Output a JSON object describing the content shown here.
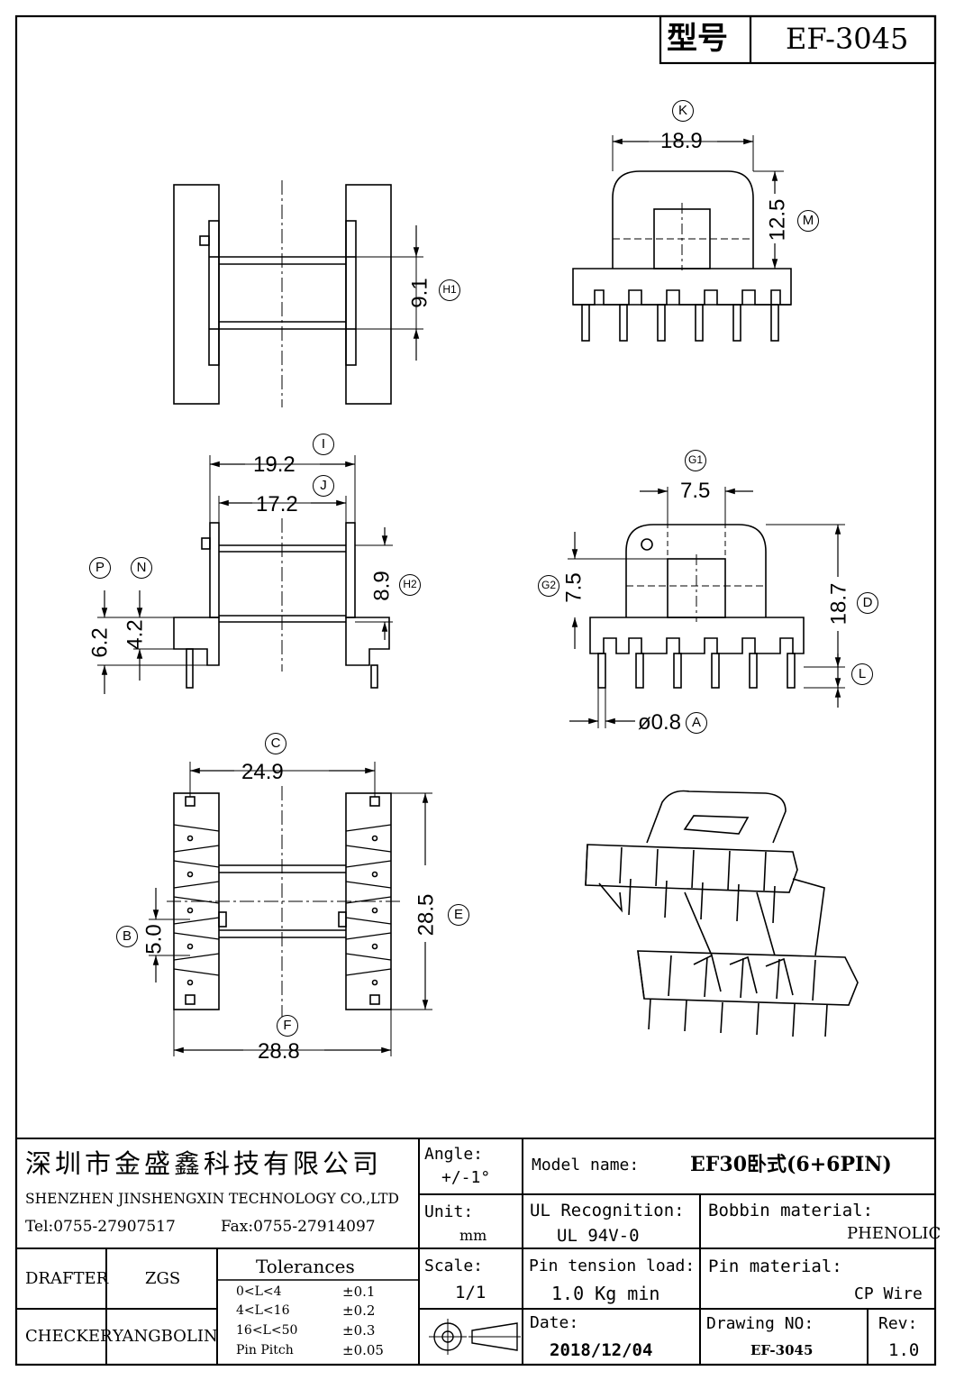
{
  "header": {
    "model_label": "型号",
    "model_value": "EF-3045"
  },
  "dimensions": {
    "K": "18.9",
    "M": "12.5",
    "H1": "9.1",
    "I": "19.2",
    "J": "17.2",
    "H2": "8.9",
    "P": "6.2",
    "N": "4.2",
    "G1": "7.5",
    "G2": "7.5",
    "D": "18.7",
    "A": "ø0.8",
    "C": "24.9",
    "B": "5.0",
    "E": "28.5",
    "F": "28.8"
  },
  "labels": [
    "K",
    "M",
    "H1",
    "I",
    "J",
    "H2",
    "P",
    "N",
    "G1",
    "G2",
    "D",
    "L",
    "A",
    "C",
    "B",
    "E",
    "F"
  ],
  "title_block": {
    "company_cn": "深圳市金盛鑫科技有限公司",
    "company_en": "SHENZHEN JINSHENGXIN TECHNOLOGY CO.,LTD",
    "tel": "Tel:0755-27907517",
    "fax": "Fax:0755-27914097",
    "angle_label": "Angle:",
    "angle_value": "+/-1°",
    "model_name_label": "Model name:",
    "model_name_value": "EF30卧式(6+6PIN)",
    "unit_label": "Unit:",
    "unit_value": "mm",
    "ul_label": "UL Recognition:",
    "ul_value": "UL 94V-0",
    "bobbin_label": "Bobbin material:",
    "bobbin_value": "PHENOLIC",
    "drafter_label": "DRAFTER",
    "drafter_value": "ZGS",
    "checker_label": "CHECKER",
    "checker_value": "YANGBOLIN",
    "tolerances_label": "Tolerances",
    "tolerances": [
      {
        "range": "0<L<4",
        "value": "±0.1"
      },
      {
        "range": "4<L<16",
        "value": "±0.2"
      },
      {
        "range": "16<L<50",
        "value": "±0.3"
      },
      {
        "range": "Pin Pitch",
        "value": "±0.05"
      }
    ],
    "scale_label": "Scale:",
    "scale_value": "1/1",
    "pin_tension_label": "Pin tension load:",
    "pin_tension_value": "1.0 Kg min",
    "pin_material_label": "Pin material:",
    "pin_material_value": "CP Wire",
    "date_label": "Date:",
    "date_value": "2018/12/04",
    "drawing_no_label": "Drawing NO:",
    "drawing_no_value": "EF-3045",
    "rev_label": "Rev:",
    "rev_value": "1.0"
  }
}
